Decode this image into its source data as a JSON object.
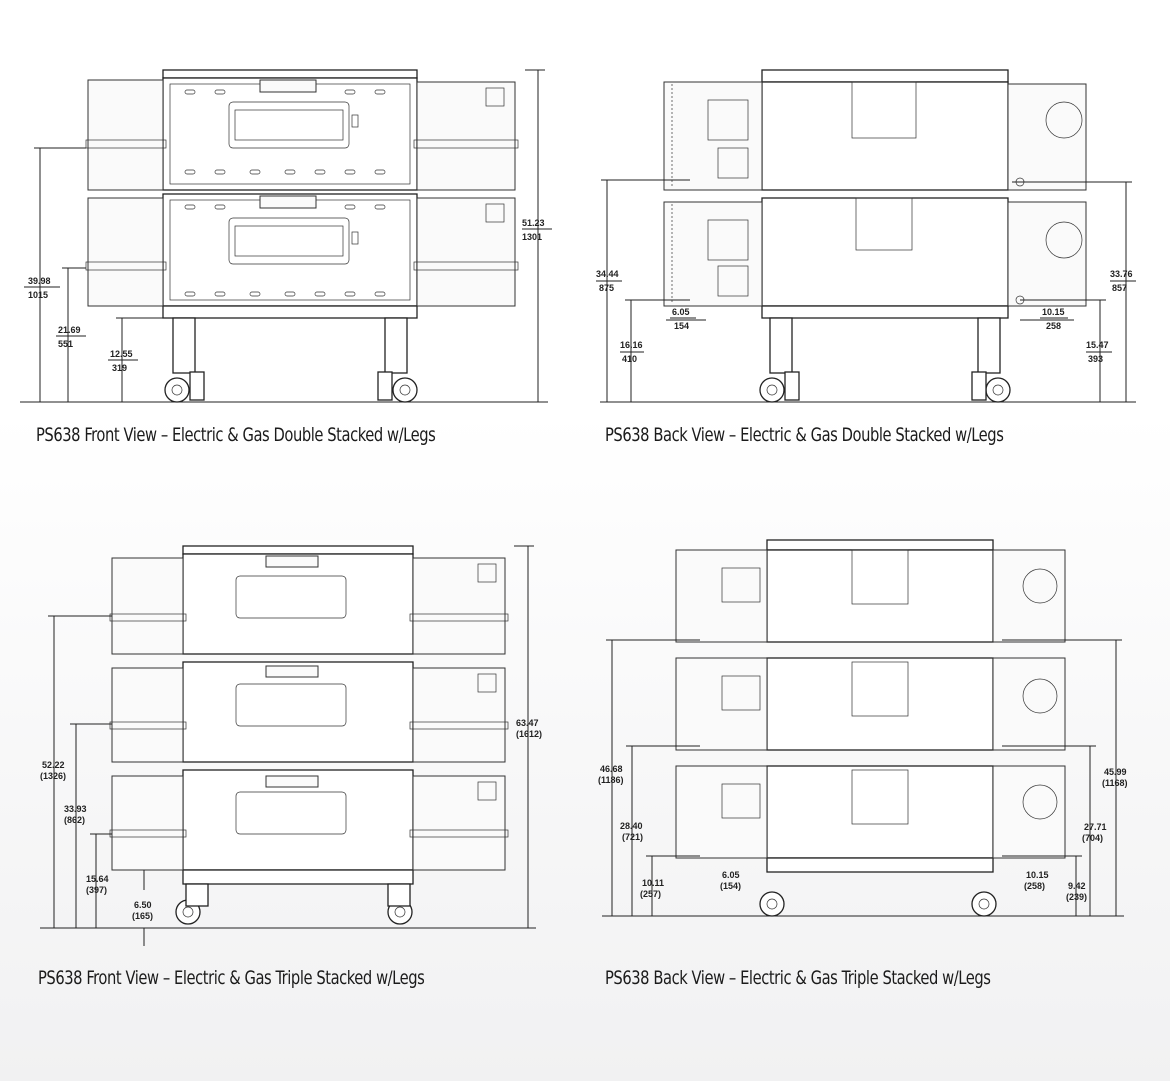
{
  "views": [
    {
      "id": "front-double",
      "caption": "PS638 Front View – Electric & Gas Double Stacked w/Legs",
      "dims": [
        {
          "value": "51.23",
          "metric": "1301"
        },
        {
          "value": "39.98",
          "metric": "1015"
        },
        {
          "value": "21.69",
          "metric": "551"
        },
        {
          "value": "12.55",
          "metric": "319"
        }
      ]
    },
    {
      "id": "back-double",
      "caption": "PS638 Back View – Electric & Gas Double Stacked w/Legs",
      "dims": [
        {
          "value": "34.44",
          "metric": "875"
        },
        {
          "value": "6.05",
          "metric": "154"
        },
        {
          "value": "16.16",
          "metric": "410"
        },
        {
          "value": "33.76",
          "metric": "857"
        },
        {
          "value": "10.15",
          "metric": "258"
        },
        {
          "value": "15.47",
          "metric": "393"
        }
      ]
    },
    {
      "id": "front-triple",
      "caption": "PS638 Front View – Electric & Gas Triple Stacked w/Legs",
      "dims": [
        {
          "value": "63.47",
          "metric": "(1612)"
        },
        {
          "value": "52.22",
          "metric": "(1326)"
        },
        {
          "value": "33.93",
          "metric": "(862)"
        },
        {
          "value": "15.64",
          "metric": "(397)"
        },
        {
          "value": "6.50",
          "metric": "(165)"
        }
      ]
    },
    {
      "id": "back-triple",
      "caption": "PS638 Back View – Electric & Gas Triple Stacked w/Legs",
      "dims": [
        {
          "value": "46.68",
          "metric": "(1186)"
        },
        {
          "value": "28.40",
          "metric": "(721)"
        },
        {
          "value": "10.11",
          "metric": "(257)"
        },
        {
          "value": "6.05",
          "metric": "(154)"
        },
        {
          "value": "45.99",
          "metric": "(1168)"
        },
        {
          "value": "27.71",
          "metric": "(704)"
        },
        {
          "value": "10.15",
          "metric": "(258)"
        },
        {
          "value": "9.42",
          "metric": "(239)"
        }
      ]
    }
  ]
}
